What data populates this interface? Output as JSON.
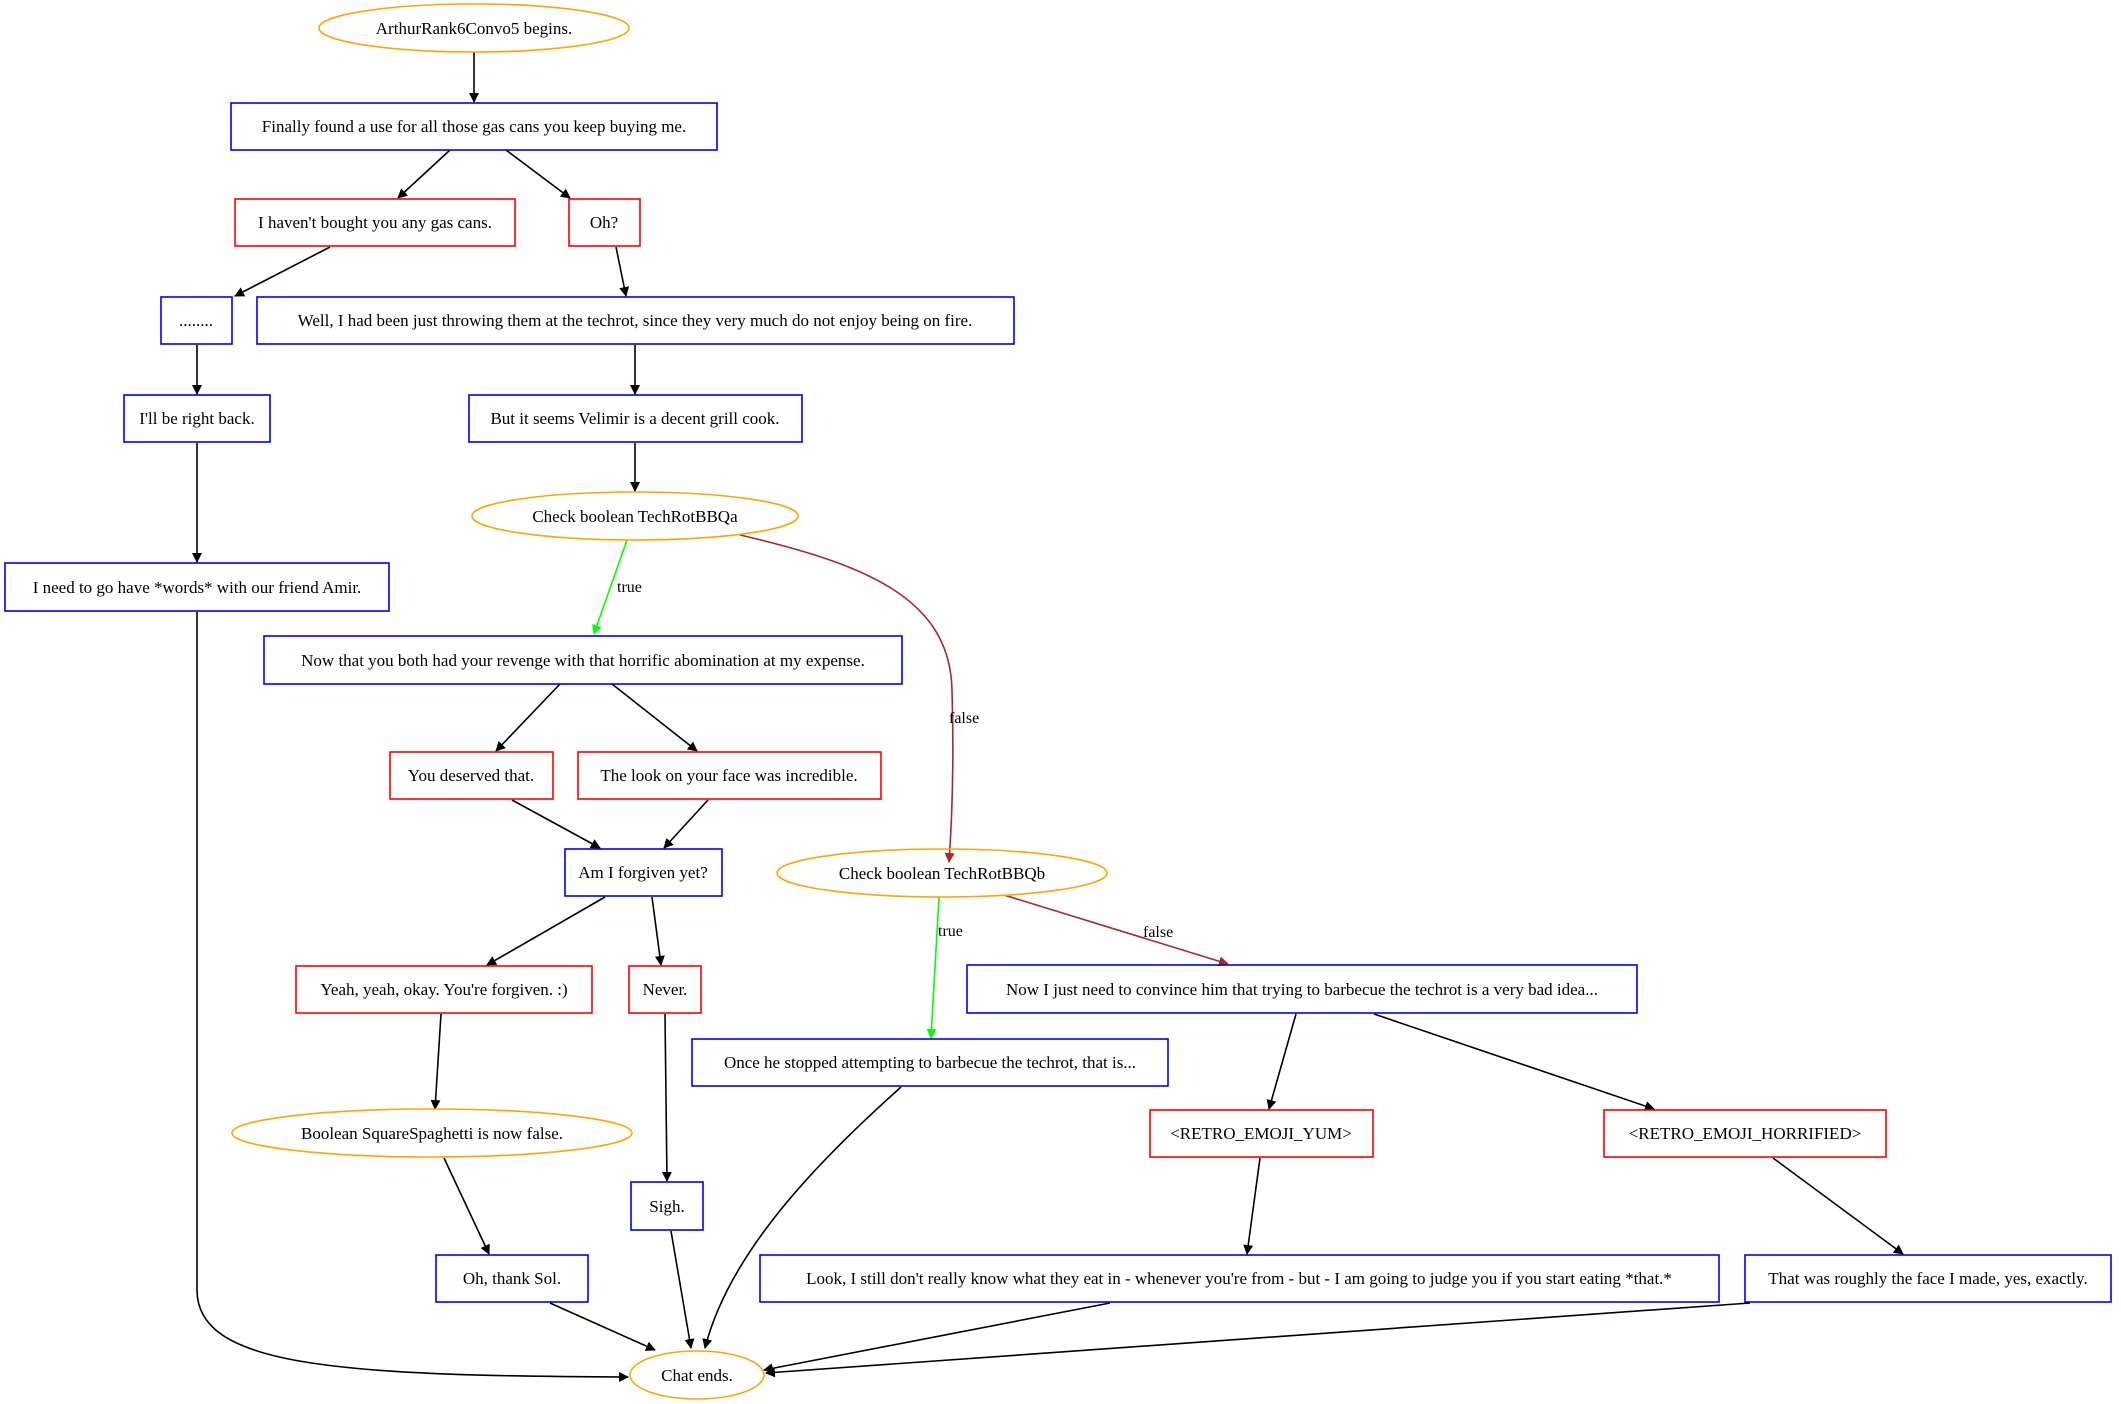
{
  "colors": {
    "dialogue_border": "#0000ff",
    "choice_border": "#ff0000",
    "event_border": "#ffa500",
    "edge_default": "#000000",
    "edge_true": "#00ff00",
    "edge_false": "#a52a2a",
    "background": "#ffffff"
  },
  "nodes": {
    "start": "ArthurRank6Convo5 begins.",
    "gas_cans": "Finally found a use for all those gas cans you keep buying me.",
    "havent_bought": "I haven't bought you any gas cans.",
    "oh": "Oh?",
    "dots": "........",
    "well": "Well, I had been just throwing them at the techrot, since they very much do not enjoy being on fire.",
    "right_back": "I'll be right back.",
    "velimir": "But it seems Velimir is a decent grill cook.",
    "check_a": "Check boolean TechRotBBQa",
    "words_amir": "I need to go have *words* with our friend Amir.",
    "now_revenge": "Now that you both had your revenge with that horrific abomination at my expense.",
    "deserved": "You deserved that.",
    "look_face": "The look on your face was incredible.",
    "forgiven_q": "Am I forgiven yet?",
    "check_b": "Check boolean TechRotBBQb",
    "yeah_forgiven": "Yeah, yeah, okay. You're forgiven. :)",
    "never": "Never.",
    "convince": "Now I just need to convince him that trying to barbecue the techrot is a very bad idea...",
    "once_stopped": "Once he stopped attempting to barbecue the techrot, that is...",
    "bool_spaghetti": "Boolean SquareSpaghetti is now false.",
    "emoji_yum": "<RETRO_EMOJI_YUM>",
    "emoji_horrified": "<RETRO_EMOJI_HORRIFIED>",
    "sigh": "Sigh.",
    "thank_sol": "Oh, thank Sol.",
    "look_judge": "Look, I still don't really know what they eat in - whenever you're from - but - I am going to judge you if you start eating *that.*",
    "roughly_face": "That was roughly the face I made, yes, exactly.",
    "chat_ends": "Chat ends."
  },
  "edge_labels": {
    "a_true": "true",
    "a_false": "false",
    "b_true": "true",
    "b_false": "false"
  }
}
